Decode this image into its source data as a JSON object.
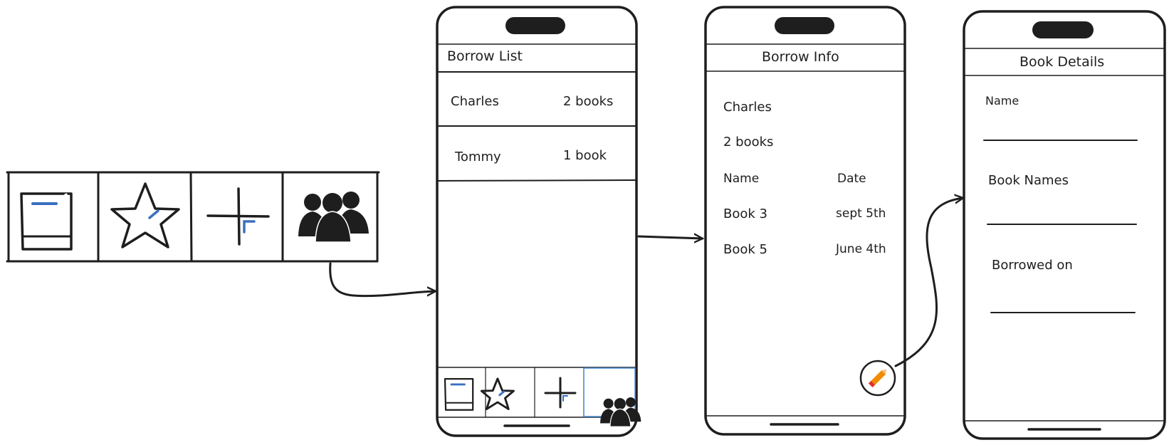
{
  "colors": {
    "ink": "#1e1e1e",
    "accent": "#3a70bf",
    "pencil": "#f08c00",
    "active_border": "#4a90d9"
  },
  "tabbar_icons": [
    "book-icon",
    "star-icon",
    "plus-icon",
    "group-icon"
  ],
  "screens": {
    "borrow_list": {
      "title": "Borrow List",
      "rows": [
        {
          "name": "Charles",
          "count": "2 books"
        },
        {
          "name": "Tommy",
          "count": "1 book"
        }
      ],
      "active_tab": "group-icon"
    },
    "borrow_info": {
      "title": "Borrow Info",
      "name": "Charles",
      "count": "2 books",
      "columns": [
        "Name",
        "Date"
      ],
      "books": [
        {
          "name": "Book 3",
          "date": "sept 5th"
        },
        {
          "name": "Book 5",
          "date": "June 4th"
        }
      ],
      "fab_icon": "pencil-icon"
    },
    "book_details": {
      "title": "Book Details",
      "fields": [
        "Name",
        "Book Names",
        "Borrowed on"
      ]
    }
  }
}
